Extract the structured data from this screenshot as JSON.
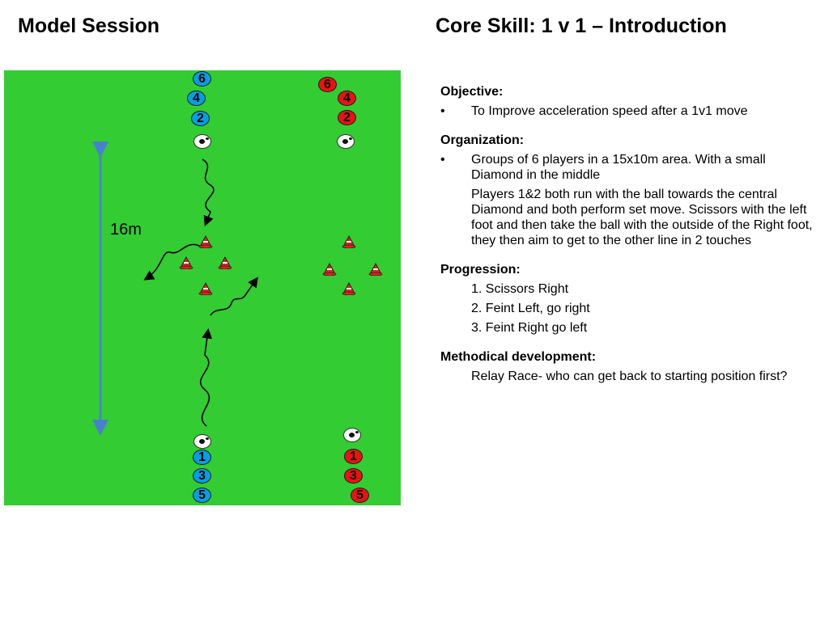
{
  "header": {
    "left_title": "Model Session",
    "right_title": "Core Skill: 1 v 1 – Introduction"
  },
  "diagram": {
    "pitch_color": "#33cc33",
    "distance_label": "16m",
    "blue_team_top": [
      "6",
      "4",
      "2"
    ],
    "red_team_top": [
      "6",
      "4",
      "2"
    ],
    "blue_team_bottom": [
      "1",
      "3",
      "5"
    ],
    "red_team_bottom": [
      "1",
      "3",
      "5"
    ],
    "team_colors": {
      "blue": "#00a0e8",
      "red": "#ee1111"
    },
    "icons": [
      "soccer-ball-icon",
      "cone-icon",
      "run-arrow",
      "distance-arrow"
    ]
  },
  "info": {
    "objective": {
      "heading": "Objective:",
      "bullet_symbol": "•",
      "bullet": "To Improve acceleration speed after a 1v1 move"
    },
    "organization": {
      "heading": "Organization:",
      "bullet_symbol": "•",
      "bullet": "Groups of 6 players in a 15x10m area. With a small Diamond in the middle",
      "detail": "Players 1&2 both run with the ball towards the central Diamond and both perform set move. Scissors with the left foot and then take the ball with the outside of the Right foot, they then aim to get to the other line in 2 touches"
    },
    "progression": {
      "heading": "Progression:",
      "steps": [
        "1. Scissors Right",
        "2. Feint Left, go right",
        "3. Feint Right go left"
      ]
    },
    "methodical": {
      "heading": "Methodical development:",
      "text": "Relay Race- who can get back to starting position first?"
    }
  }
}
